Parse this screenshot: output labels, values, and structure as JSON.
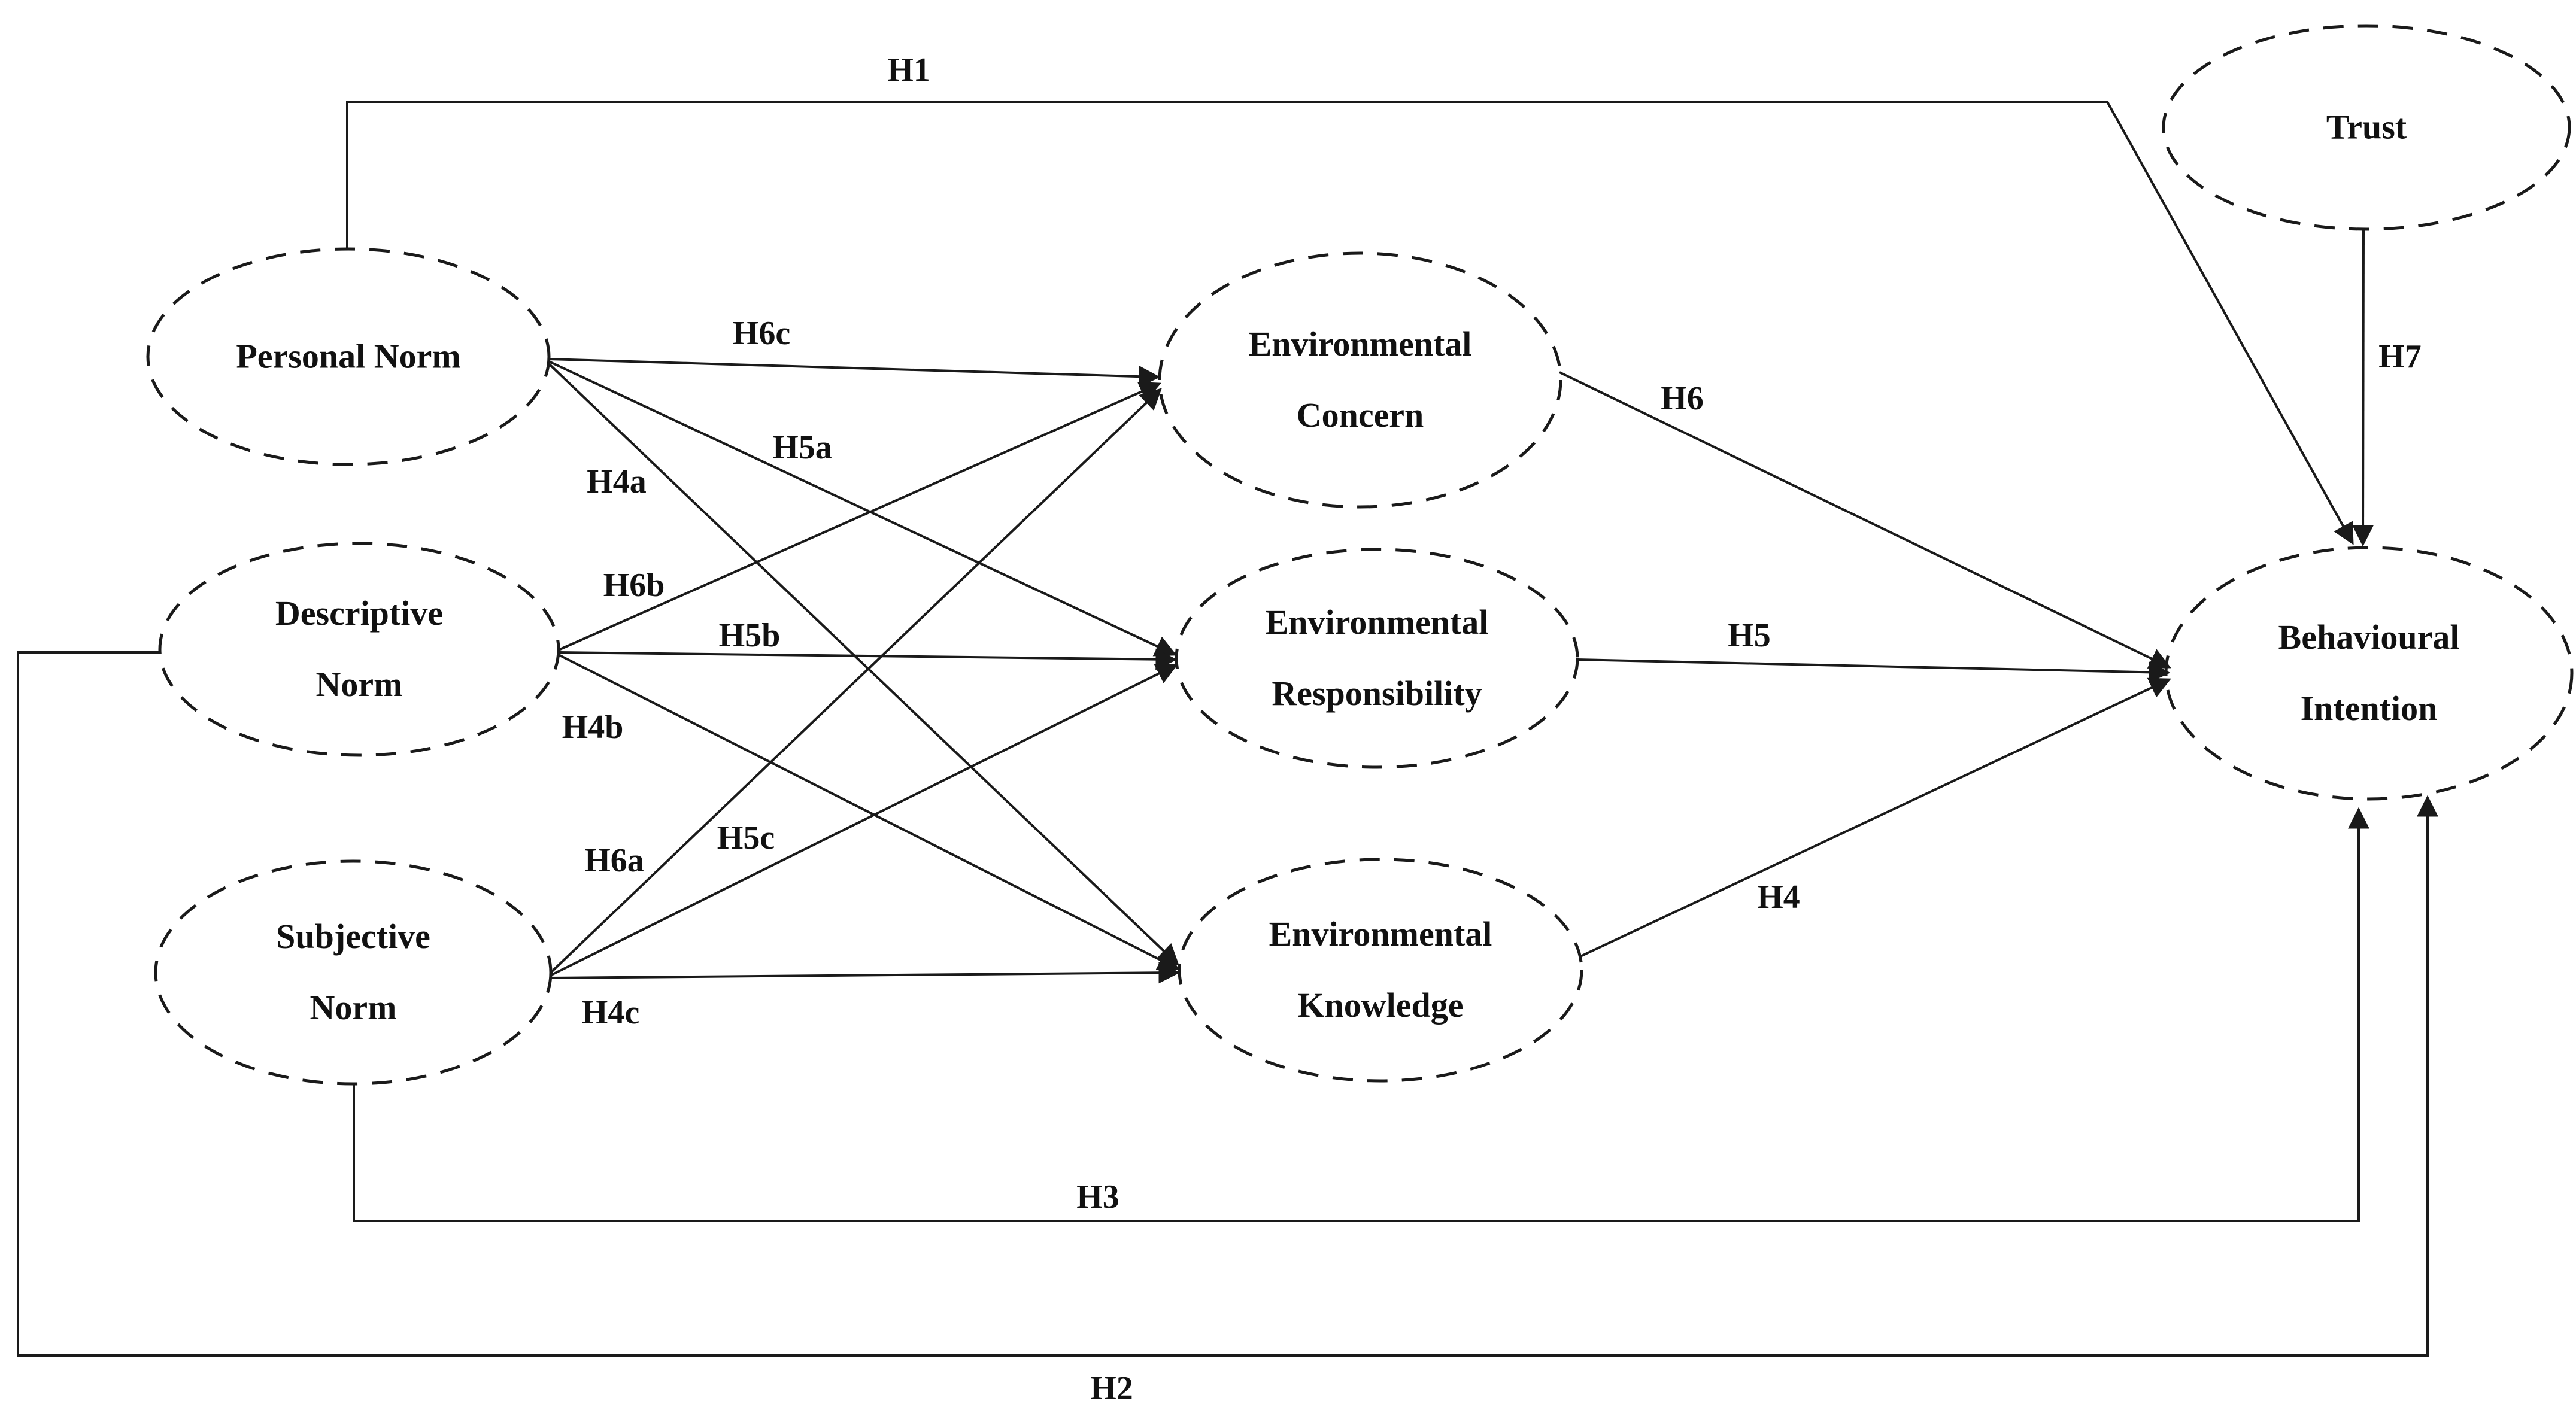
{
  "figure": {
    "type": "hypothesis-path-model",
    "background_color": "#ffffff",
    "line_color": "#1a1a1a"
  },
  "nodes": [
    {
      "id": "personal-norm",
      "line1": "Personal Norm",
      "line2": ""
    },
    {
      "id": "descriptive-norm",
      "line1": "Descriptive",
      "line2": "Norm"
    },
    {
      "id": "subjective-norm",
      "line1": "Subjective",
      "line2": "Norm"
    },
    {
      "id": "environmental-concern",
      "line1": "Environmental",
      "line2": "Concern"
    },
    {
      "id": "environmental-responsibility",
      "line1": "Environmental",
      "line2": "Responsibility"
    },
    {
      "id": "environmental-knowledge",
      "line1": "Environmental",
      "line2": "Knowledge"
    },
    {
      "id": "trust",
      "line1": "Trust",
      "line2": ""
    },
    {
      "id": "behavioural-intention",
      "line1": "Behavioural",
      "line2": "Intention"
    }
  ],
  "edges": [
    {
      "label": "H1",
      "from": "Personal Norm",
      "to": "Behavioural Intention"
    },
    {
      "label": "H2",
      "from": "Descriptive Norm",
      "to": "Behavioural Intention"
    },
    {
      "label": "H3",
      "from": "Subjective Norm",
      "to": "Behavioural Intention"
    },
    {
      "label": "H4",
      "from": "Environmental Knowledge",
      "to": "Behavioural Intention"
    },
    {
      "label": "H5",
      "from": "Environmental Responsibility",
      "to": "Behavioural Intention"
    },
    {
      "label": "H6",
      "from": "Environmental Concern",
      "to": "Behavioural Intention"
    },
    {
      "label": "H7",
      "from": "Trust",
      "to": "Behavioural Intention"
    },
    {
      "label": "H4a",
      "from": "Personal Norm",
      "to": "Environmental Knowledge"
    },
    {
      "label": "H4b",
      "from": "Descriptive Norm",
      "to": "Environmental Knowledge"
    },
    {
      "label": "H4c",
      "from": "Subjective Norm",
      "to": "Environmental Knowledge"
    },
    {
      "label": "H5a",
      "from": "Personal Norm",
      "to": "Environmental Responsibility"
    },
    {
      "label": "H5b",
      "from": "Descriptive Norm",
      "to": "Environmental Responsibility"
    },
    {
      "label": "H5c",
      "from": "Subjective Norm",
      "to": "Environmental Responsibility"
    },
    {
      "label": "H6a",
      "from": "Subjective Norm",
      "to": "Environmental Concern"
    },
    {
      "label": "H6b",
      "from": "Descriptive Norm",
      "to": "Environmental Concern"
    },
    {
      "label": "H6c",
      "from": "Personal Norm",
      "to": "Environmental Concern"
    }
  ]
}
